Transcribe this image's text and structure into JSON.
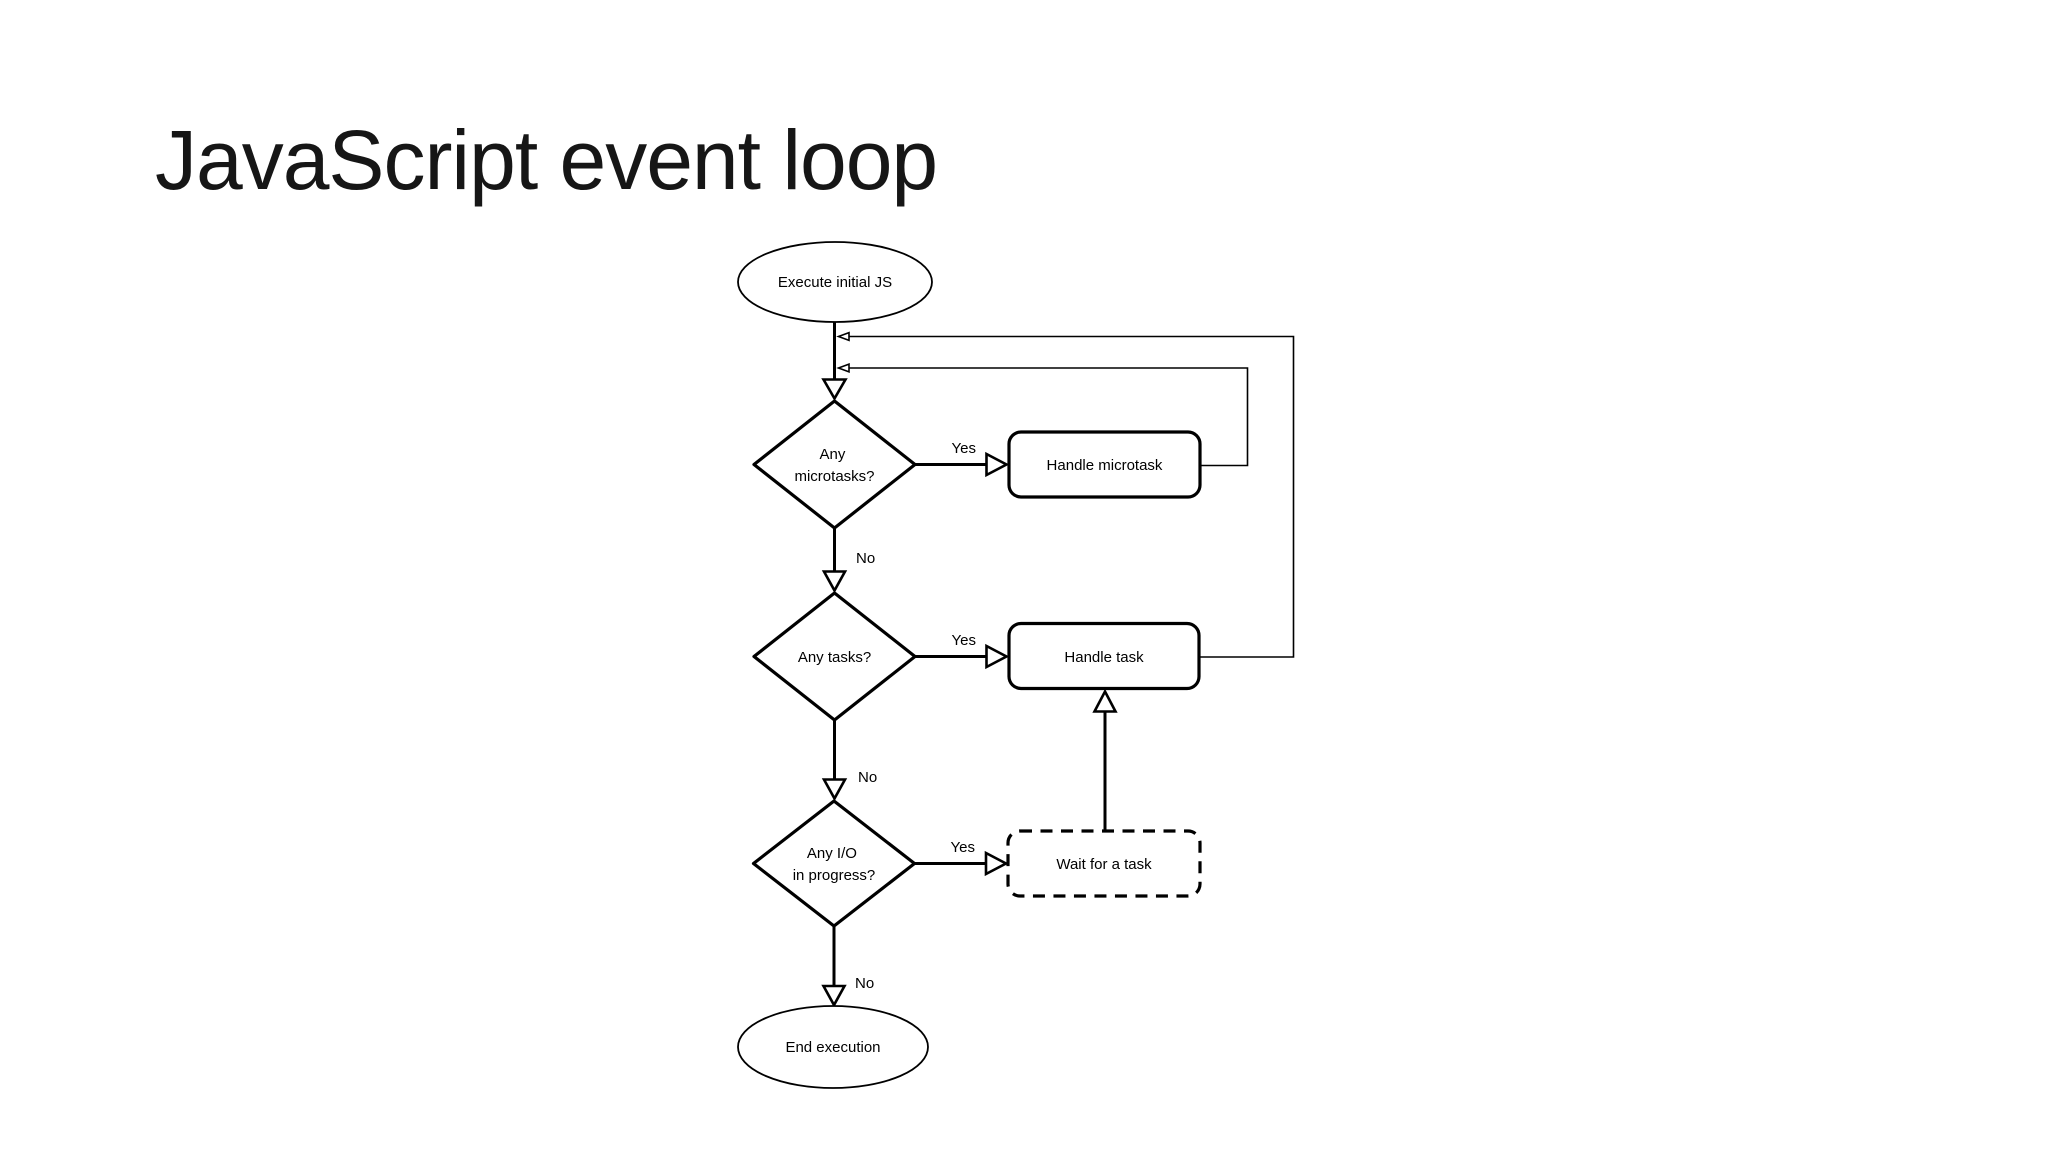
{
  "slide": {
    "title": "JavaScript event loop",
    "background_color": "#ffffff",
    "ink_color": "#000000"
  },
  "flowchart": {
    "labels": {
      "yes": "Yes",
      "no": "No"
    },
    "nodes": {
      "start": {
        "type": "terminator-ellipse",
        "label": "Execute initial JS"
      },
      "micro_q": {
        "type": "decision-diamond",
        "line1": "Any",
        "line2": "microtasks?"
      },
      "handle_microtask": {
        "type": "process-rect",
        "label": "Handle microtask"
      },
      "task_q": {
        "type": "decision-diamond",
        "label": "Any tasks?"
      },
      "handle_task": {
        "type": "process-rect",
        "label": "Handle task"
      },
      "io_q": {
        "type": "decision-diamond",
        "line1": "Any I/O",
        "line2": "in progress?"
      },
      "wait": {
        "type": "process-rect-dashed",
        "label": "Wait for a task"
      },
      "end": {
        "type": "terminator-ellipse",
        "label": "End execution"
      }
    }
  }
}
